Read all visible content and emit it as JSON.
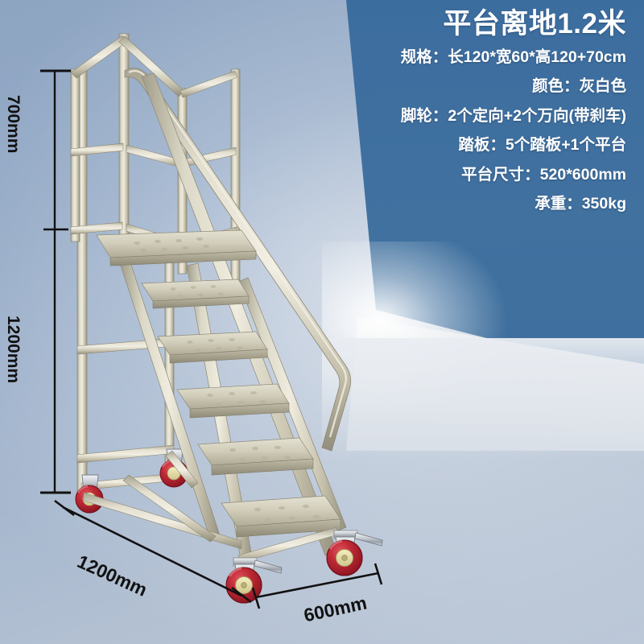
{
  "product": {
    "title": "平台离地1.2米",
    "specs": [
      "规格：长120*宽60*高120+70cm",
      "颜色：灰白色",
      "脚轮：2个定向+2个万向(带刹车)",
      "踏板：5个踏板+1个平台",
      "平台尺寸：520*600mm",
      "承重：350kg"
    ]
  },
  "dimensions": {
    "guardrail_height": "700mm",
    "platform_height": "1200mm",
    "overall_length": "1200mm",
    "overall_width": "600mm"
  },
  "colors": {
    "frame": "#ccc7b2",
    "frame_highlight": "#e2ded0",
    "frame_shadow": "#9a9683",
    "caster_tire": "#b5202e",
    "caster_hub": "#e8dfa8",
    "caster_bracket": "#c9cdd2",
    "backdrop_blue": "#3c6d9f",
    "backdrop_light": "#a9bcd2",
    "text": "#ffffff",
    "dimension_line": "#111111"
  },
  "parts": {
    "guardrail": "guardrail",
    "platform": "platform",
    "handrail": "sloped-handrail",
    "steps": [
      "step-1",
      "step-2",
      "step-3",
      "step-4",
      "step-5"
    ],
    "casters_swivel": 2,
    "casters_fixed": 2
  }
}
